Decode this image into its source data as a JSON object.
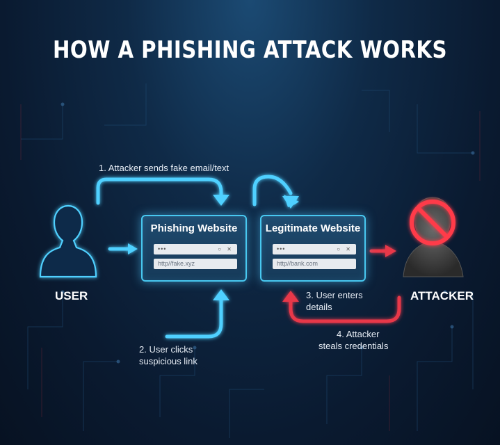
{
  "title": "HOW A PHISHING ATTACK WORKS",
  "roles": {
    "user": "USER",
    "attacker": "ATTACKER"
  },
  "icons": [
    "user-icon",
    "attacker-icon",
    "prohibited-icon"
  ],
  "cards": {
    "phishing": {
      "title": "Phishing Website",
      "dots": "•••",
      "controls": "○ ✕",
      "url": "http//fake.xyz"
    },
    "legit": {
      "title": "Legitimate Website",
      "dots": "•••",
      "controls": "○ ✕",
      "url": "http//bank.com"
    }
  },
  "steps": {
    "step1": "1. Attacker sends fake email/text",
    "step2_line1": "2. User clicks",
    "step2_line2": "suspicious link",
    "step3_line1": "3. User enters",
    "step3_line2": "details",
    "step4_line1": "4. Attacker",
    "step4_line2": "steals credentials"
  },
  "colors": {
    "accent_blue": "#48c8f0",
    "accent_red": "#e8384a",
    "background": "#0f2a47"
  }
}
